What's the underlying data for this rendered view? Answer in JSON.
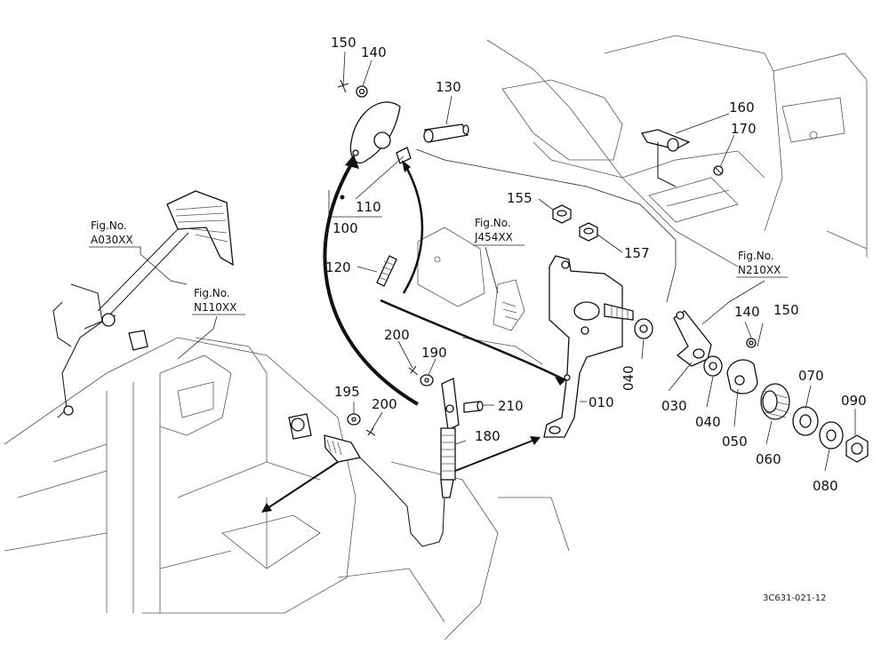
{
  "drawing_number": "3C631-021-12",
  "figure_refs": [
    {
      "id": "a030",
      "title": "Fig.No.",
      "code": "A030XX"
    },
    {
      "id": "n110",
      "title": "Fig.No.",
      "code": "N110XX"
    },
    {
      "id": "j454",
      "title": "Fig.No.",
      "code": "J454XX"
    },
    {
      "id": "n210",
      "title": "Fig.No.",
      "code": "N210XX"
    }
  ],
  "callouts": {
    "c150a": "150",
    "c140a": "140",
    "c130": "130",
    "c160": "160",
    "c170": "170",
    "c110": "110",
    "c100": "100",
    "c155": "155",
    "c157": "157",
    "c120": "120",
    "c140b": "140",
    "c150b": "150",
    "c200a": "200",
    "c190": "190",
    "c195": "195",
    "c200b": "200",
    "c210": "210",
    "c010": "010",
    "c040a": "040",
    "c030": "030",
    "c040b": "040",
    "c050": "050",
    "c060": "060",
    "c070": "070",
    "c080": "080",
    "c090": "090",
    "c180": "180"
  }
}
